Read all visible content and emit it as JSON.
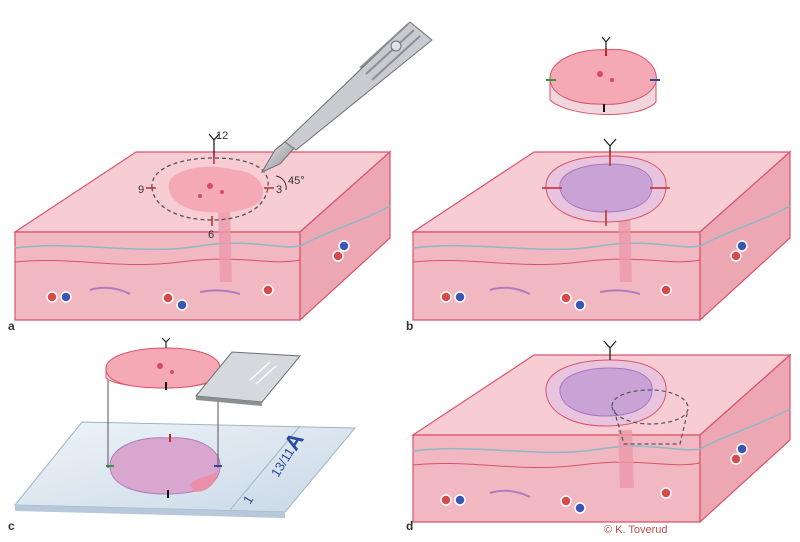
{
  "panels": {
    "a": {
      "label": "a"
    },
    "b": {
      "label": "b"
    },
    "c": {
      "label": "c"
    },
    "d": {
      "label": "d"
    }
  },
  "clock_marks": {
    "top": "12",
    "right": "3",
    "bottom": "6",
    "left": "9"
  },
  "angle": "45°",
  "slide": {
    "letter": "A",
    "code": "13/11",
    "number": "1"
  },
  "credit": "© K. Toverud",
  "colors": {
    "skin_top": "#f7cdd3",
    "skin_side": "#f2b8c1",
    "outline": "#d9536a",
    "lesion": "#f4a9b5",
    "wound": "#c9a3d6",
    "slide": "#dfe9f2",
    "ink_red": "#c62828",
    "ink_green": "#2e9b3a",
    "ink_blue": "#2b4aa0",
    "ink_black": "#111111"
  }
}
